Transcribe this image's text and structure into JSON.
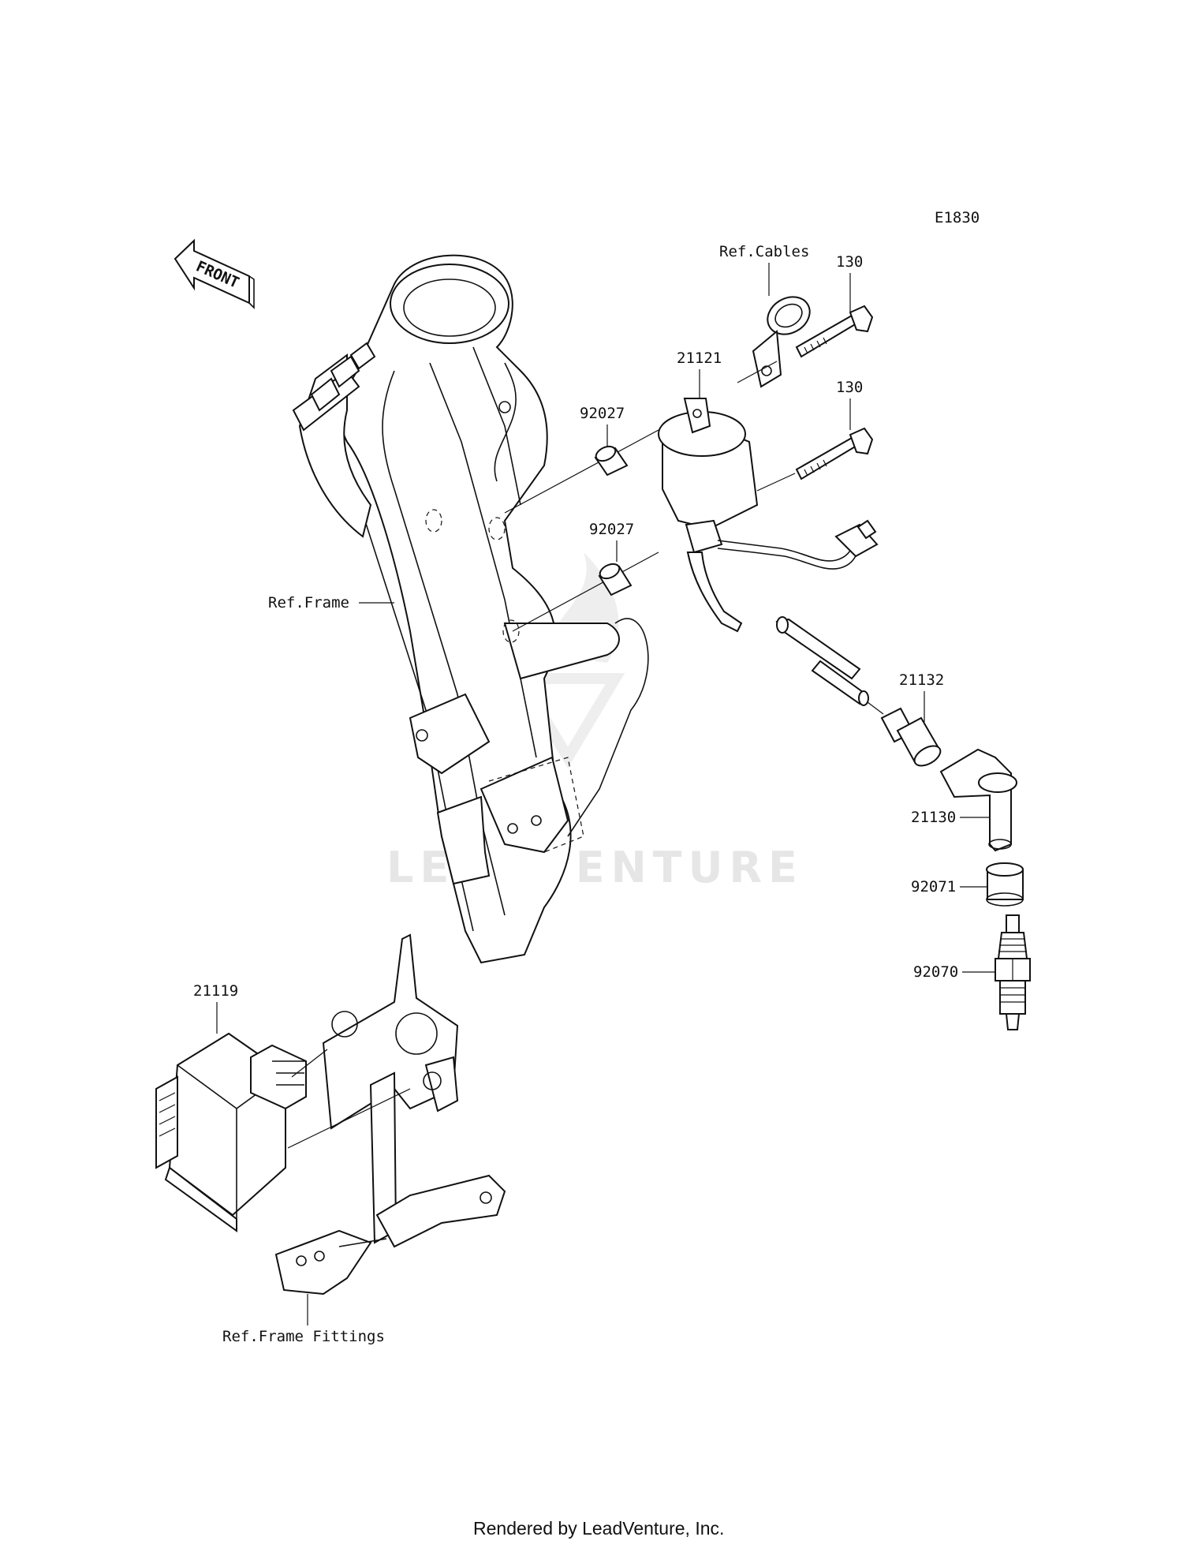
{
  "diagram_code": "E1830",
  "front_label": "FRONT",
  "watermark": "LEADVENTURE",
  "footer": "Rendered by LeadVenture, Inc.",
  "callouts": {
    "ref_cables": "Ref.Cables",
    "bolt_upper": "130",
    "bolt_lower": "130",
    "coil": "21121",
    "collar_upper": "92027",
    "collar_lower": "92027",
    "ref_frame": "Ref.Frame",
    "seal": "21132",
    "plug_cap": "21130",
    "cap_seal": "92071",
    "spark_plug": "92070",
    "igniter": "21119",
    "ref_frame_fittings": "Ref.Frame Fittings"
  }
}
